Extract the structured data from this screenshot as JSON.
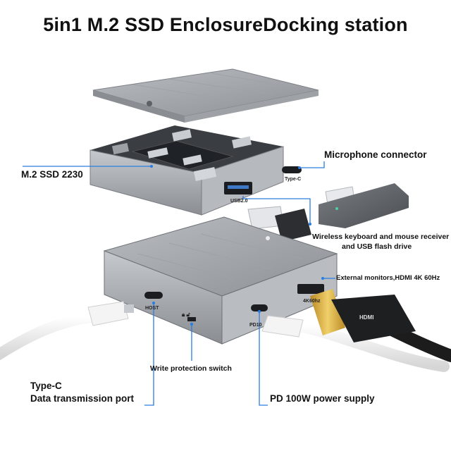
{
  "title": "5in1 M.2 SSD EnclosureDocking station",
  "callouts": {
    "ssd": "M.2 SSD 2230",
    "microphone": "Microphone connector",
    "wireless_line1": "Wireless keyboard and mouse receiver",
    "wireless_line2": "and USB flash drive",
    "monitors": "External monitors,HDMI 4K 60Hz",
    "write_protect": "Write protection switch",
    "typec_line1": "Type-C",
    "typec_line2": "Data transmission port",
    "pd": "PD 100W power supply"
  },
  "port_labels": {
    "usb": "USB2.0",
    "typec": "Type-C",
    "host": "HOST",
    "pd": "PD10",
    "hdmi_port": "4K60hz",
    "hdmi_plug": "HDMI"
  },
  "colors": {
    "callout_line": "#2a7de1",
    "shell": "#a9adb3",
    "lid": "#8e9297",
    "cable": "#f2f2f2",
    "hdmi_gold": "#d4a537"
  }
}
